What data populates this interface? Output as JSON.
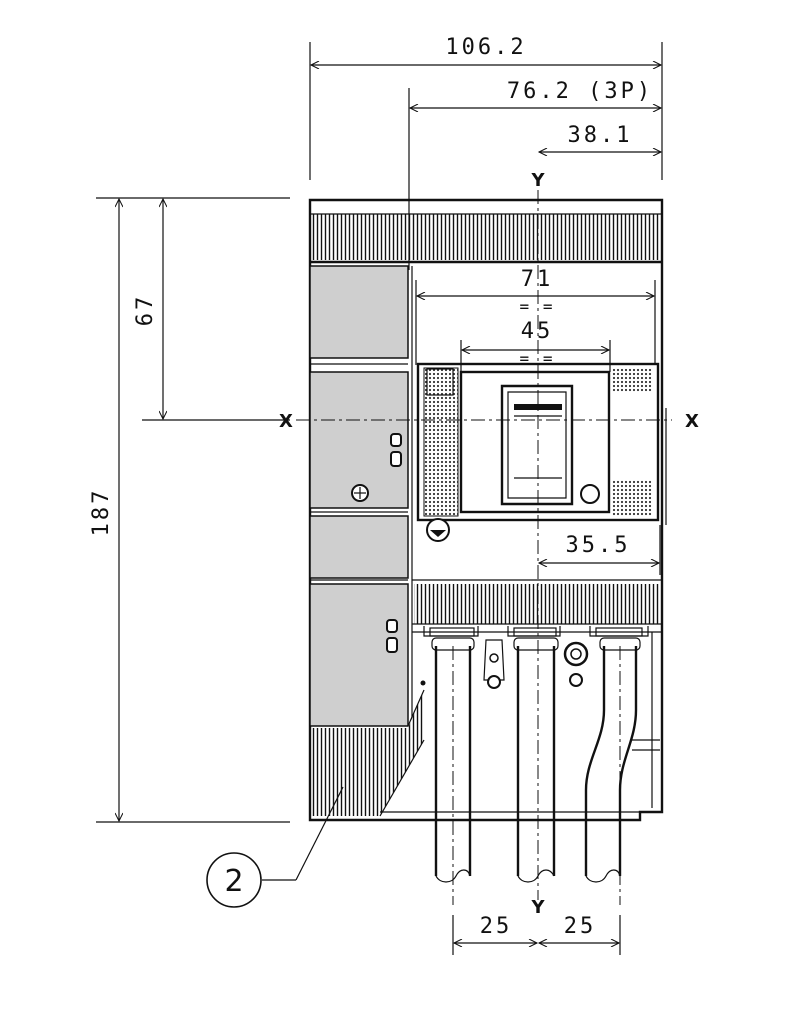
{
  "dimensions": {
    "total_width": "106.2",
    "width_3p": "76.2 (3P)",
    "half_width": "38.1",
    "total_height": "187",
    "top_to_x_axis": "67",
    "mount_hole_span": "71",
    "mount_hole_eq": "= =",
    "handle_window": "45",
    "handle_eq": "= =",
    "right_offset": "35.5",
    "terminal_pitch_left": "25",
    "terminal_pitch_right": "25"
  },
  "axes": {
    "x_left": "X",
    "x_right": "X",
    "y_top": "Y",
    "y_bottom": "Y"
  },
  "callout": {
    "number": "2"
  }
}
